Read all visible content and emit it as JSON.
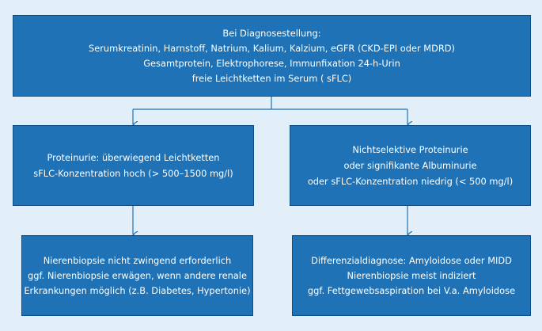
{
  "diagram": {
    "colors": {
      "background": "#e2eff8",
      "box_fill": "#1e72b5",
      "box_border": "#0f4d85",
      "connector": "#1e72b5",
      "text": "#ffffff"
    },
    "boxes": {
      "top": {
        "lines": [
          "Bei Diagnosestellung:",
          "Serumkreatinin, Harnstoff, Natrium, Kalium, Kalzium, eGFR (CKD-EPI oder MDRD)",
          "Gesamtprotein, Elektrophorese, Immunfixation 24-h-Urin",
          "freie Leichtketten im Serum ( sFLC)"
        ]
      },
      "mid_left": {
        "lines": [
          "Proteinurie: überwiegend Leichtketten",
          "sFLC-Konzentration hoch (> 500–1500 mg/l)"
        ]
      },
      "mid_right": {
        "lines": [
          "Nichtselektive Proteinurie",
          "oder signifikante Albuminurie",
          "oder sFLC-Konzentration niedrig (< 500 mg/l)"
        ]
      },
      "bottom_left": {
        "lines": [
          "Nierenbiopsie nicht zwingend erforderlich",
          "ggf.  Nierenbiopsie erwägen, wenn andere renale",
          "Erkrankungen möglich (z.B. Diabetes, Hypertonie)"
        ]
      },
      "bottom_right": {
        "lines": [
          "Differenzialdiagnose: Amyloidose oder MIDD",
          "Nierenbiopsie meist indiziert",
          "ggf. Fettgewebsaspiration bei V.a. Amyloidose"
        ]
      }
    }
  }
}
